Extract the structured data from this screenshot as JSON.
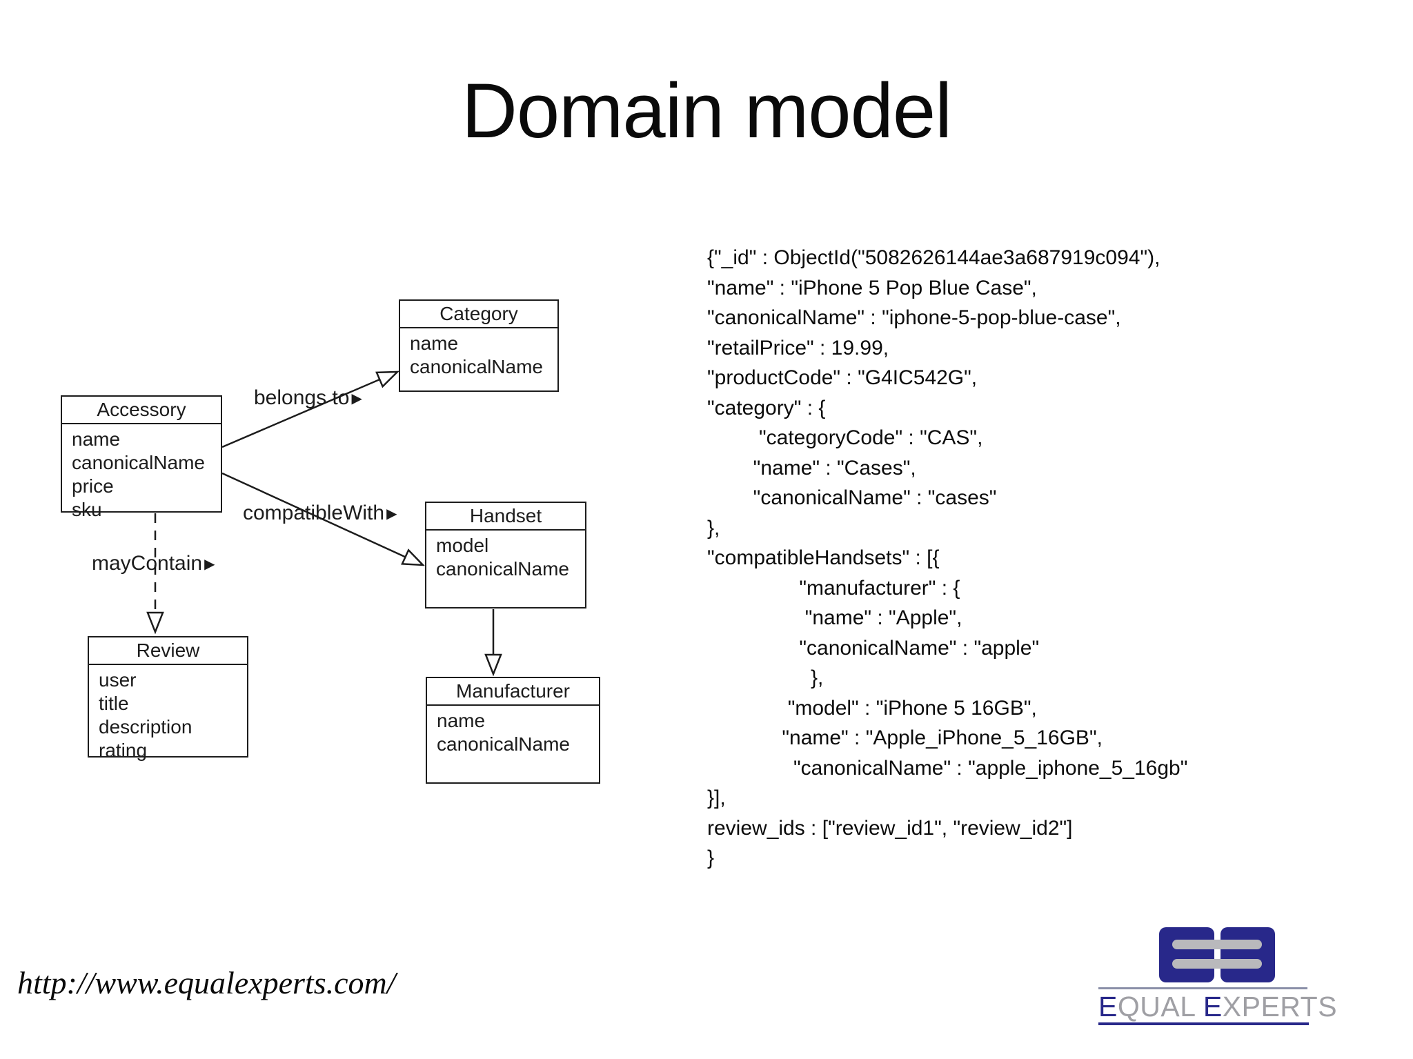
{
  "title": "Domain model",
  "icons": {
    "arrow_right": "▶"
  },
  "colors": {
    "navy": "#28288a",
    "logo_bar_gray": "#b9b9bc",
    "logo_text_gray": "#9f9fa4",
    "rule_top_gray": "#8a8fa8",
    "line_black": "#1c1c1c"
  },
  "diagram": {
    "classes": [
      {
        "name": "Category",
        "fields": [
          "name",
          "canonicalName"
        ]
      },
      {
        "name": "Accessory",
        "fields": [
          "name",
          "canonicalName",
          "price",
          "sku"
        ]
      },
      {
        "name": "Handset",
        "fields": [
          "model",
          "canonicalName"
        ]
      },
      {
        "name": "Review",
        "fields": [
          "user",
          "title",
          "description",
          "rating"
        ]
      },
      {
        "name": "Manufacturer",
        "fields": [
          "name",
          "canonicalName"
        ]
      }
    ],
    "relations": [
      {
        "label": "belongs to",
        "from": "Accessory",
        "to": "Category",
        "style": "solid"
      },
      {
        "label": "compatibleWith",
        "from": "Accessory",
        "to": "Handset",
        "style": "solid"
      },
      {
        "label": "mayContain",
        "from": "Accessory",
        "to": "Review",
        "style": "dashed"
      },
      {
        "label": "",
        "from": "Handset",
        "to": "Manufacturer",
        "style": "solid"
      }
    ]
  },
  "json_sample": {
    "lines": [
      "{\"_id\" : ObjectId(\"5082626144ae3a687919c094\"),",
      "\"name\" : \"iPhone 5 Pop Blue Case\",",
      "\"canonicalName\" : \"iphone-5-pop-blue-case\",",
      "\"retailPrice\" : 19.99,",
      "\"productCode\" : \"G4IC542G\",",
      "\"category\" : {",
      "         \"categoryCode\" : \"CAS\",",
      "        \"name\" : \"Cases\",",
      "        \"canonicalName\" : \"cases\"",
      "},",
      "\"compatibleHandsets\" : [{",
      "                \"manufacturer\" : {",
      "                 \"name\" : \"Apple\",",
      "                \"canonicalName\" : \"apple\"",
      "                  },",
      "              \"model\" : \"iPhone 5 16GB\",",
      "             \"name\" : \"Apple_iPhone_5_16GB\",",
      "               \"canonicalName\" : \"apple_iphone_5_16gb\"",
      "}],",
      "review_ids : [\"review_id1\", \"review_id2\"]",
      "}"
    ]
  },
  "footer": {
    "url": "http://www.equalexperts.com/"
  },
  "logo": {
    "word1_initial": "E",
    "word1_rest": "QUAL",
    "word2_initial": "E",
    "word2_rest": "XPERTS"
  }
}
